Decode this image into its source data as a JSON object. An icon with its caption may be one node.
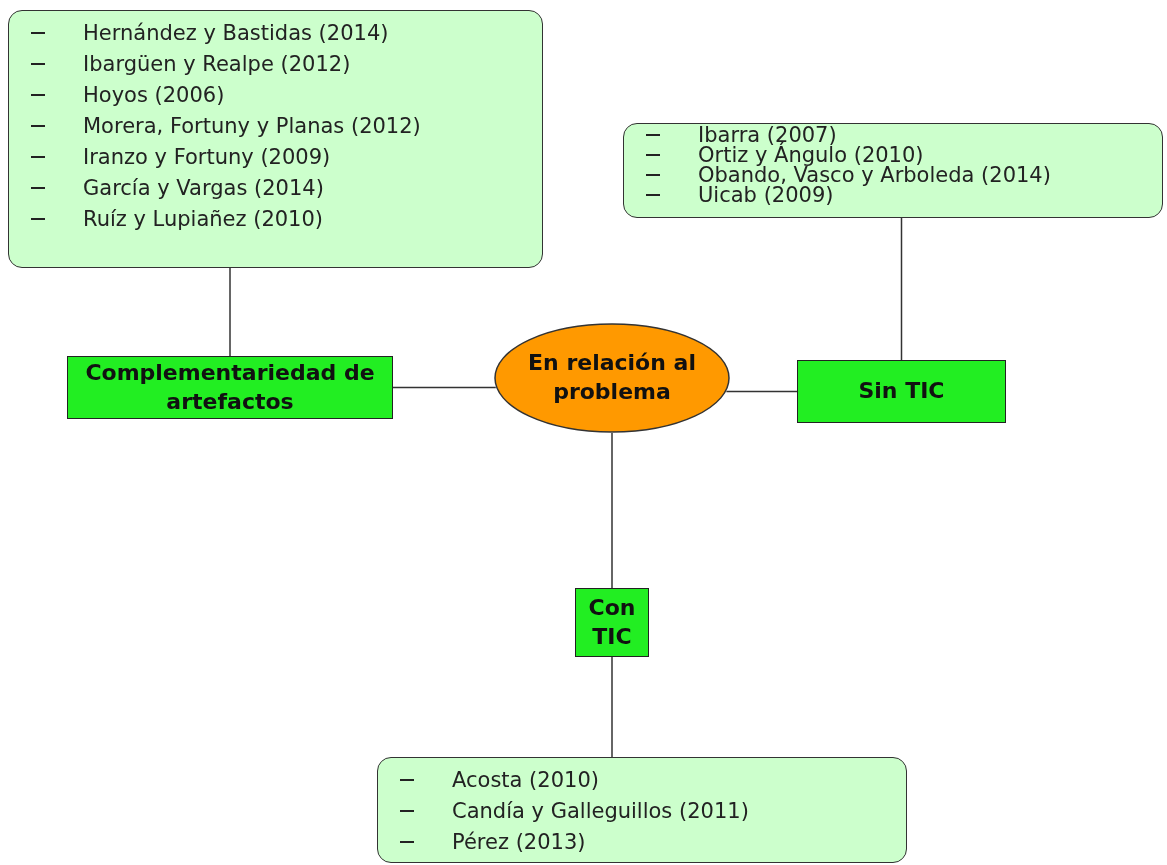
{
  "diagram": {
    "nodes": [
      {
        "text": [
          "Hernández y Bastidas (2014)",
          "Ibargüen y Realpe (2012)",
          "Hoyos (2006)",
          "Morera, Fortuny y Planas (2012)",
          "Iranzo y Fortuny (2009)",
          "García y Vargas (2014)",
          "Ruíz y Lupiañez (2010)"
        ]
      },
      {
        "text": [
          "Ibarra (2007)",
          "Ortiz y Ángulo (2010)",
          "Obando, Vasco y Arboleda (2014)",
          "Uicab (2009)"
        ]
      },
      {
        "text": [
          "Complementariedad de artefactos"
        ]
      },
      {
        "text": [
          "En relación al problema"
        ]
      },
      {
        "text": [
          "Sin TIC"
        ]
      },
      {
        "text": [
          "Con TIC"
        ]
      },
      {
        "text": [
          "Acosta (2010)",
          "Candía y Galleguillos (2011)",
          "Pérez (2013)"
        ]
      }
    ],
    "edges": [
      {
        "from": 0,
        "to": 2,
        "arrow": "none"
      },
      {
        "from": 2,
        "to": 3,
        "arrow": "none"
      },
      {
        "from": 3,
        "to": 4,
        "arrow": "none"
      },
      {
        "from": 1,
        "to": 4,
        "arrow": "none"
      },
      {
        "from": 3,
        "to": 5,
        "arrow": "none"
      },
      {
        "from": 5,
        "to": 6,
        "arrow": "none"
      }
    ]
  }
}
